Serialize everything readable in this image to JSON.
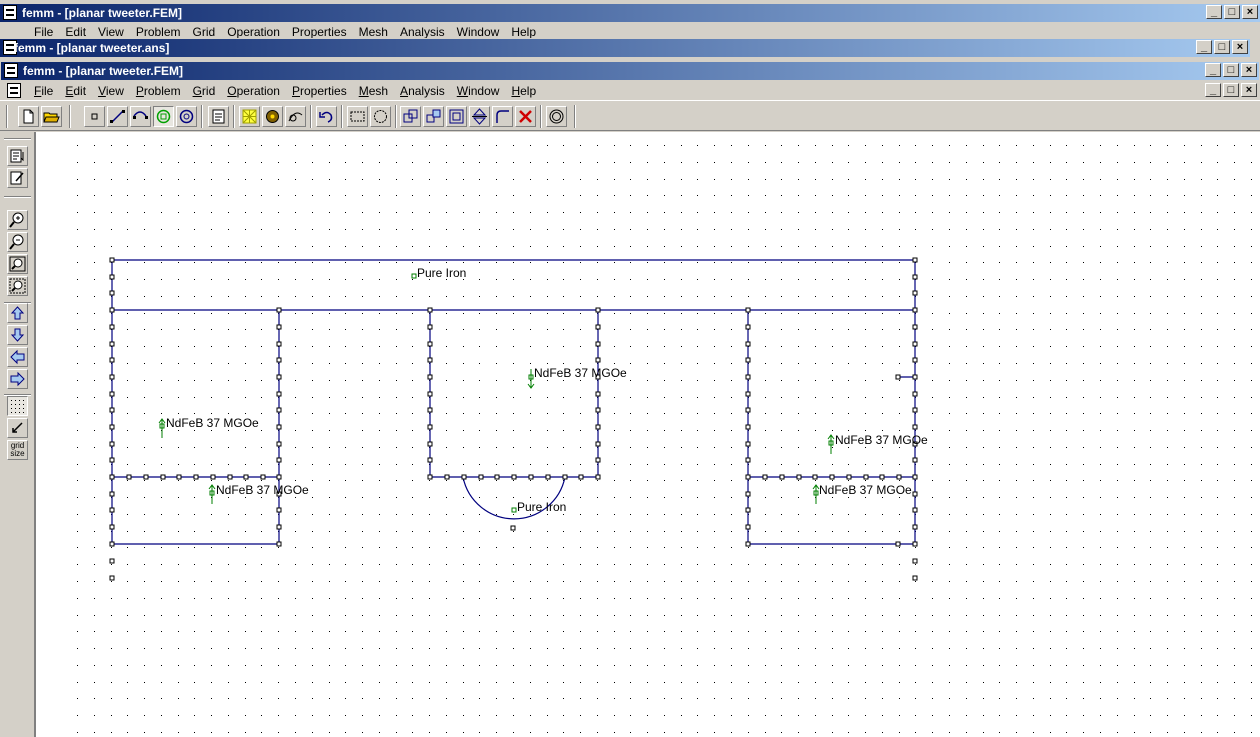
{
  "windows": {
    "back_title": "femm - [planar tweeter.FEM]",
    "mid_title": "femm - [planar tweeter.ans]",
    "front_title": "femm - [planar tweeter.FEM]"
  },
  "caption_buttons": {
    "minimize": "_",
    "restore": "□",
    "close": "×"
  },
  "menu": {
    "items": [
      {
        "label": "File",
        "key": "F",
        "rest": "ile"
      },
      {
        "label": "Edit",
        "key": "E",
        "rest": "dit"
      },
      {
        "label": "View",
        "key": "V",
        "rest": "iew"
      },
      {
        "label": "Problem",
        "key": "P",
        "rest": "roblem"
      },
      {
        "label": "Grid",
        "key": "G",
        "rest": "rid"
      },
      {
        "label": "Operation",
        "key": "O",
        "rest": "peration"
      },
      {
        "label": "Properties",
        "key": "P",
        "rest": "roperties"
      },
      {
        "label": "Mesh",
        "key": "M",
        "rest": "esh"
      },
      {
        "label": "Analysis",
        "key": "A",
        "rest": "nalysis"
      },
      {
        "label": "Window",
        "key": "W",
        "rest": "indow"
      },
      {
        "label": "Help",
        "key": "H",
        "rest": "elp"
      }
    ]
  },
  "toolbar_icons": [
    "new-file-icon",
    "open-folder-icon",
    "node-mode-icon",
    "segment-mode-icon",
    "arc-segment-mode-icon",
    "block-label-mode-icon",
    "group-mode-icon",
    "properties-icon",
    "create-mesh-icon",
    "run-analysis-icon",
    "view-results-icon",
    "undo-icon",
    "select-box-icon",
    "select-circle-icon",
    "copy-icon",
    "move-icon",
    "scale-icon",
    "mirror-icon",
    "fillet-icon",
    "delete-icon",
    "open-boundary-icon"
  ],
  "left_toolbar_icons": [
    "show-block-names-icon",
    "edit-properties-icon",
    "zoom-in-icon",
    "zoom-out-icon",
    "zoom-natural-icon",
    "zoom-window-icon",
    "pan-up-icon",
    "pan-down-icon",
    "pan-left-icon",
    "pan-right-icon",
    "show-grid-icon",
    "snap-grid-icon",
    "grid-size-icon"
  ],
  "grid_size_label": {
    "line1": "grid",
    "line2": "size"
  },
  "colors": {
    "geometry": "#00007f",
    "block_label": "#007f00",
    "title_active": "#0a246a",
    "title_gradient_end": "#a6caf0"
  },
  "block_labels": {
    "pure_iron_top": "Pure Iron",
    "ndfeb_center": "NdFeB 37 MGOe",
    "ndfeb_left": "NdFeB 37 MGOe",
    "ndfeb_left_bottom": "NdFeB 37 MGOe",
    "pure_iron_bottom": "Pure Iron",
    "ndfeb_right": "NdFeB 37 MGOe",
    "ndfeb_right_bottom": "NdFeB 37 MGOe"
  }
}
